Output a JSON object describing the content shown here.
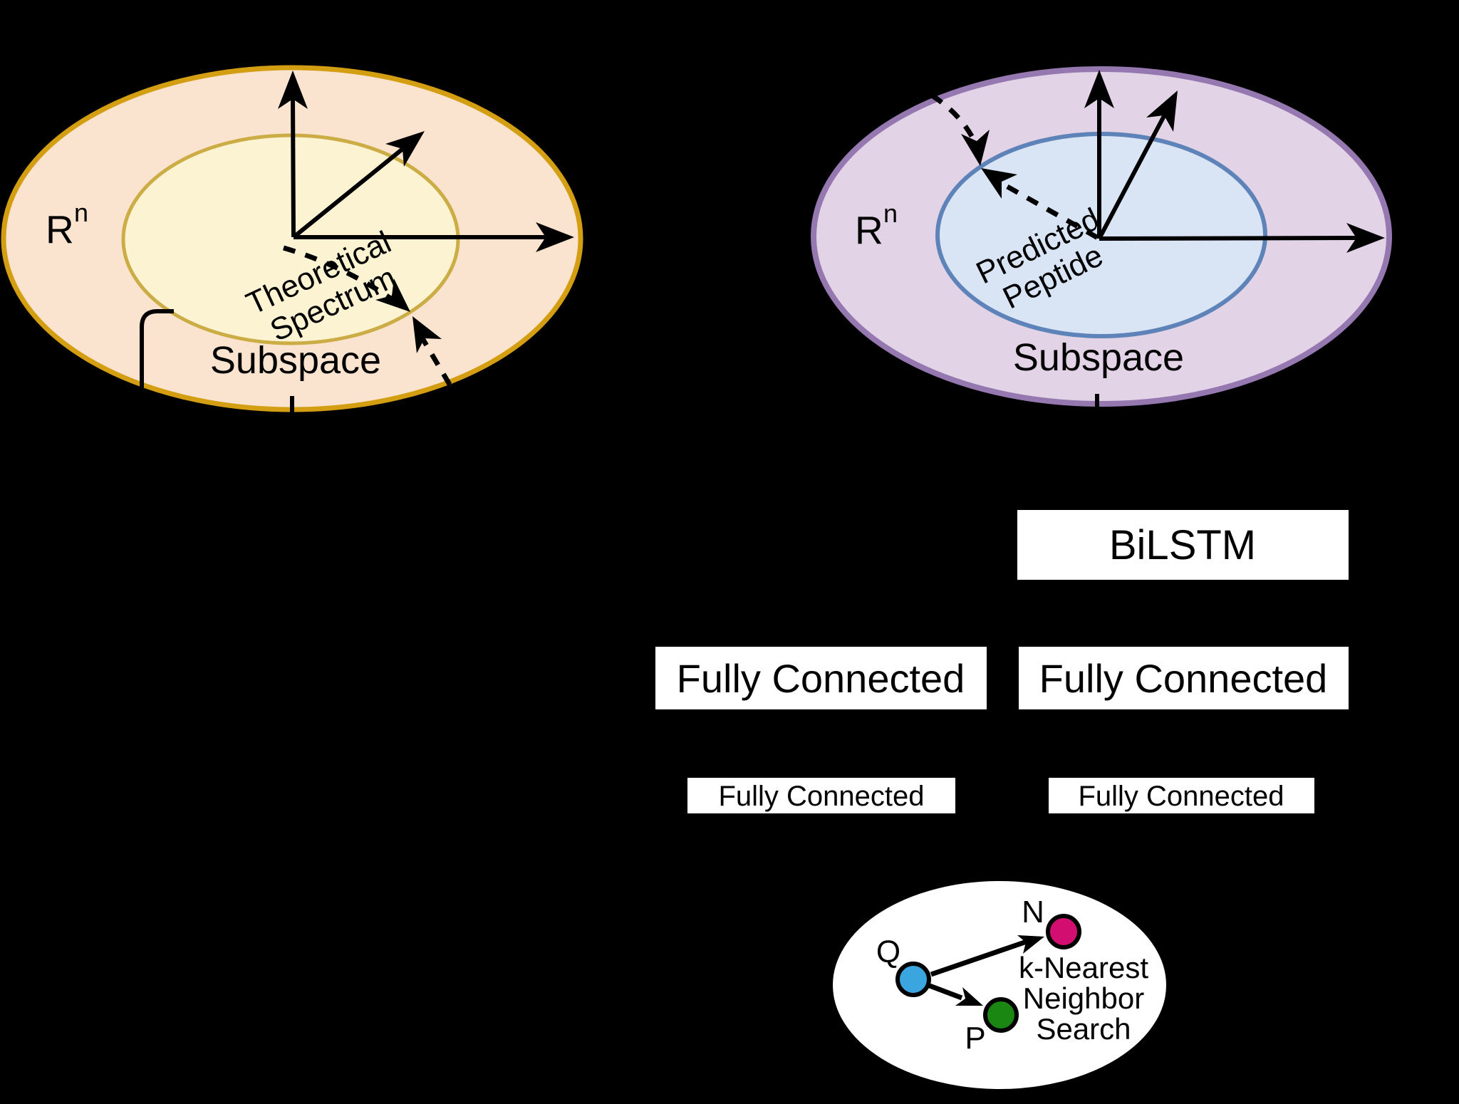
{
  "figure": {
    "background_color": "#000000",
    "ink_color": "#000000"
  },
  "left_diagram": {
    "space_symbol": "R",
    "space_exponent": "n",
    "subspace_label": "Subspace",
    "manifold_label_line1": "Theoretical",
    "manifold_label_line2": "Spectrum",
    "colors": {
      "outer_fill": "#FAE4CF",
      "outer_border": "#D49E12",
      "inner_fill": "#FCF3D2",
      "inner_border": "#CCAC44"
    }
  },
  "right_diagram": {
    "space_symbol": "R",
    "space_exponent": "n",
    "subspace_label": "Subspace",
    "manifold_label_line1": "Predicted",
    "manifold_label_line2": "Peptide",
    "colors": {
      "outer_fill": "#E2D3E6",
      "outer_border": "#9678B1",
      "inner_fill": "#D9E4F5",
      "inner_border": "#5E83B8"
    }
  },
  "network": {
    "box_fill": "#FFFFFF",
    "bilstm_label": "BiLSTM",
    "fc_large_left_label": "Fully Connected",
    "fc_large_right_label": "Fully Connected",
    "fc_small_left_label": "Fully Connected",
    "fc_small_right_label": "Fully Connected"
  },
  "knn": {
    "ellipse_fill": "#FFFFFF",
    "caption_line1": "k-Nearest",
    "caption_line2": "Neighbor",
    "caption_line3": "Search",
    "query_label": "Q",
    "neighbor_label": "N",
    "point_label": "P",
    "query_color": "#3AA5DE",
    "neighbor_color": "#D20F70",
    "point_color": "#1A8712"
  }
}
